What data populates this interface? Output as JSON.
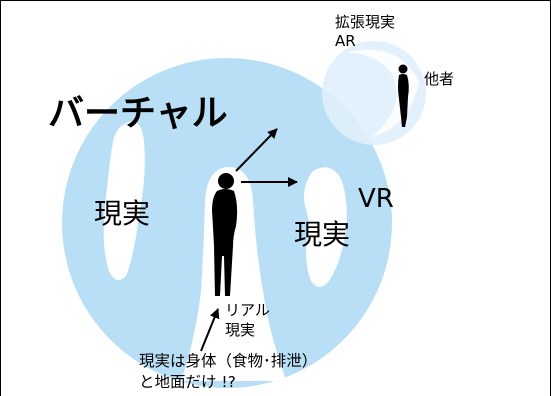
{
  "diagram": {
    "title": "バーチャル",
    "real_left": "現実",
    "real_right": "現実",
    "vr": "VR",
    "ar": {
      "jp": "拡張現実",
      "en": "AR"
    },
    "other": "他者",
    "person": {
      "line1": "リアル",
      "line2": "現実"
    },
    "note": {
      "line1": "現実は身体（食物･排泄）",
      "line2": "と地面だけ !?"
    }
  },
  "colors": {
    "virtual": "#b8dff5",
    "ar_bubble": "#dff0fb",
    "real_region": "#ffffff",
    "ink": "#000000"
  }
}
